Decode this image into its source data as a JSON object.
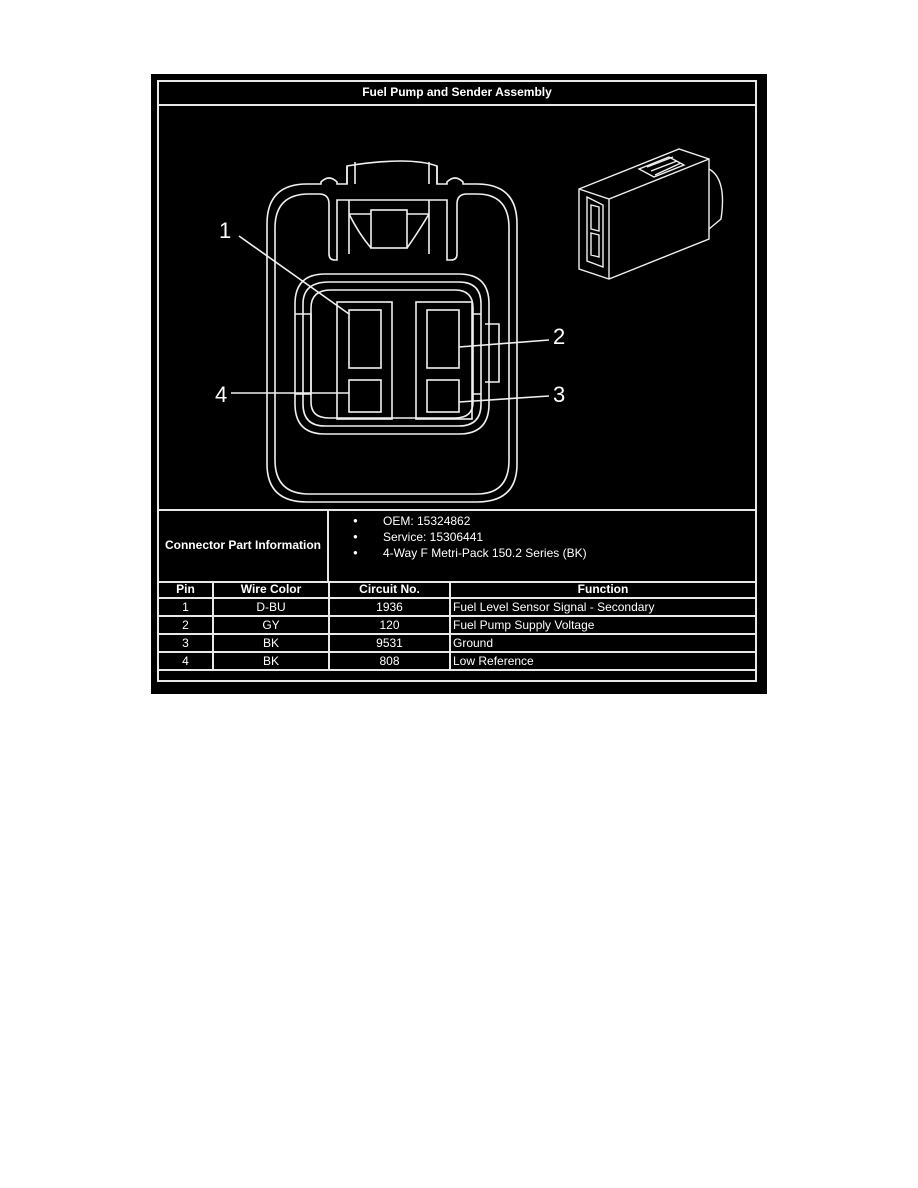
{
  "title": "Fuel Pump and Sender Assembly",
  "figure": {
    "callouts": [
      "1",
      "2",
      "3",
      "4"
    ],
    "face_view_icon": "connector-face-view",
    "isometric_icon": "connector-isometric-view"
  },
  "connector_info": {
    "label": "Connector Part Information",
    "items": [
      "OEM: 15324862",
      "Service: 15306441",
      "4-Way F Metri-Pack 150.2 Series (BK)"
    ]
  },
  "table": {
    "headers": [
      "Pin",
      "Wire Color",
      "Circuit No.",
      "Function"
    ],
    "rows": [
      {
        "pin": "1",
        "wire_color": "D-BU",
        "circuit": "1936",
        "function": "Fuel Level Sensor Signal - Secondary"
      },
      {
        "pin": "2",
        "wire_color": "GY",
        "circuit": "120",
        "function": "Fuel Pump Supply Voltage"
      },
      {
        "pin": "3",
        "wire_color": "BK",
        "circuit": "9531",
        "function": "Ground"
      },
      {
        "pin": "4",
        "wire_color": "BK",
        "circuit": "808",
        "function": "Low Reference"
      }
    ]
  },
  "colors": {
    "background": "#000000",
    "lines": "#e8e8e8",
    "page": "#ffffff"
  }
}
